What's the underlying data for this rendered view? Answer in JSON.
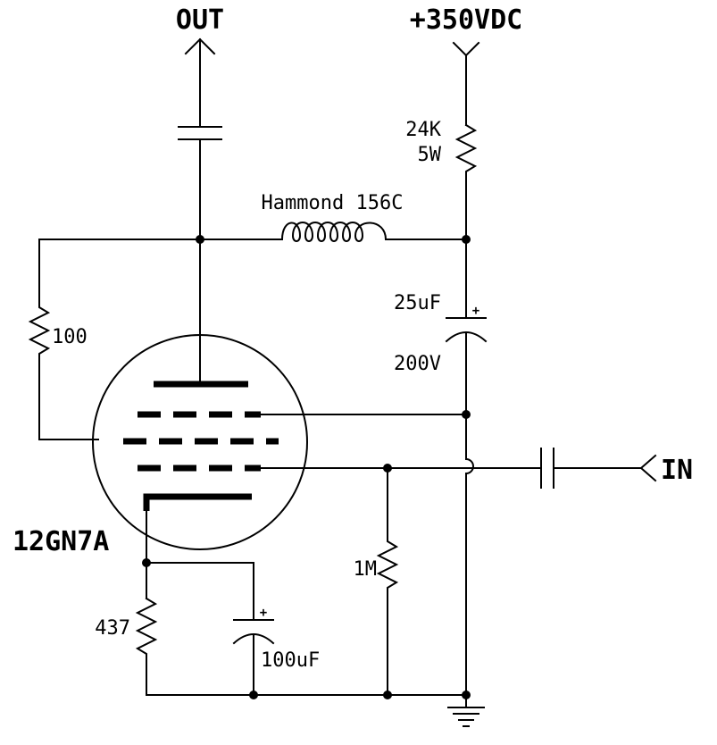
{
  "labels": {
    "out": "OUT",
    "supply": "+350VDC",
    "input": "IN",
    "tube": "12GN7A",
    "choke": "Hammond 156C",
    "dropping_resistor_value": "24K",
    "dropping_resistor_power": "5W",
    "bypass_cap_value": "25uF",
    "bypass_cap_voltage": "200V",
    "grid_stopper": "100",
    "grid_resistor": "1M",
    "cathode_resistor": "437",
    "cathode_cap": "100uF",
    "plus_sign": "+"
  }
}
